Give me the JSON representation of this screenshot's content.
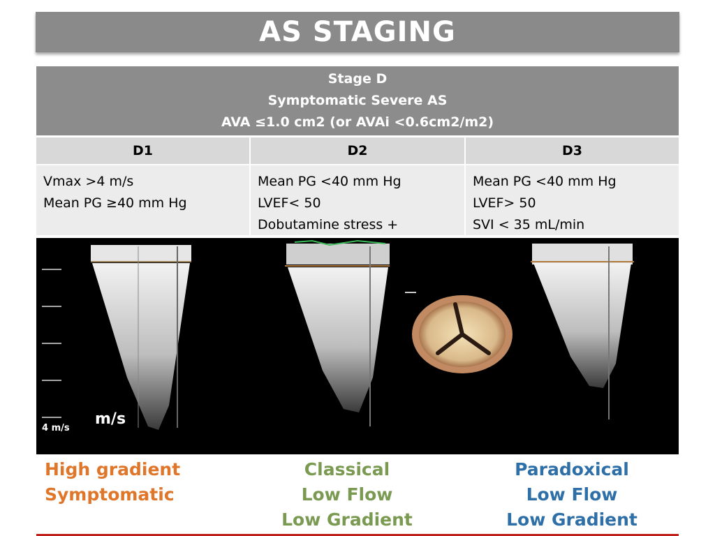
{
  "title": "AS STAGING",
  "stage_header": {
    "line1": "Stage D",
    "line2": "Symptomatic Severe AS",
    "line3": "AVA ≤1.0 cm2 (or AVAi <0.6cm2/m2)"
  },
  "columns": [
    {
      "label": "D1",
      "criteria": [
        "Vmax >4 m/s",
        "Mean PG ≥40 mm Hg"
      ]
    },
    {
      "label": "D2",
      "criteria": [
        "Mean PG <40 mm Hg",
        "LVEF< 50",
        "Dobutamine stress +"
      ]
    },
    {
      "label": "D3",
      "criteria": [
        "Mean PG <40 mm Hg",
        "LVEF> 50",
        "SVI < 35 mL/min"
      ]
    }
  ],
  "echo": {
    "scale_label": "4 m/s",
    "axis_unit": "m/s"
  },
  "captions": [
    {
      "lines": [
        "High gradient",
        "Symptomatic"
      ],
      "color": "#e0762a"
    },
    {
      "lines": [
        "Classical",
        "Low Flow",
        "Low Gradient"
      ],
      "color": "#7a9a52"
    },
    {
      "lines": [
        "Paradoxical",
        "Low Flow",
        "Low Gradient"
      ],
      "color": "#2f6fa8"
    }
  ]
}
